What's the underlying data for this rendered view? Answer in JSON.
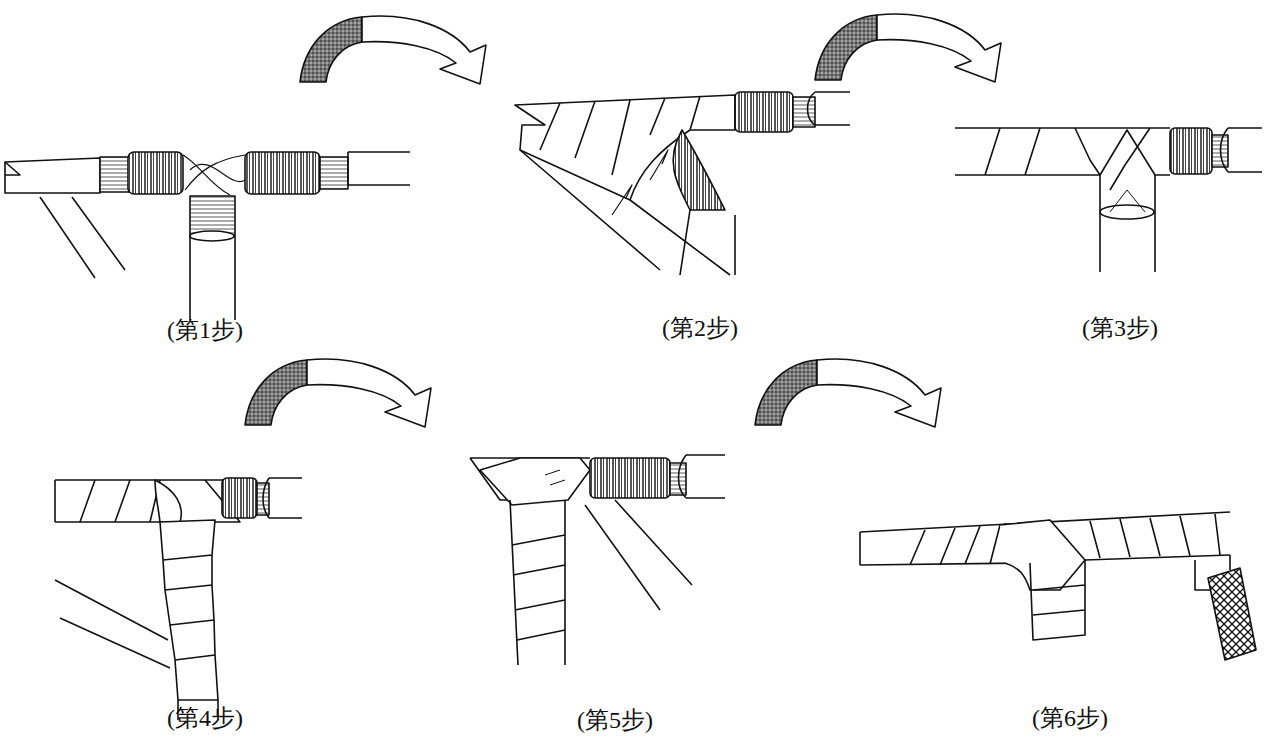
{
  "diagram": {
    "labels": [
      "(第1步)",
      "(第2步)",
      "(第3步)",
      "(第4步)",
      "(第5步)",
      "(第6步)"
    ]
  }
}
